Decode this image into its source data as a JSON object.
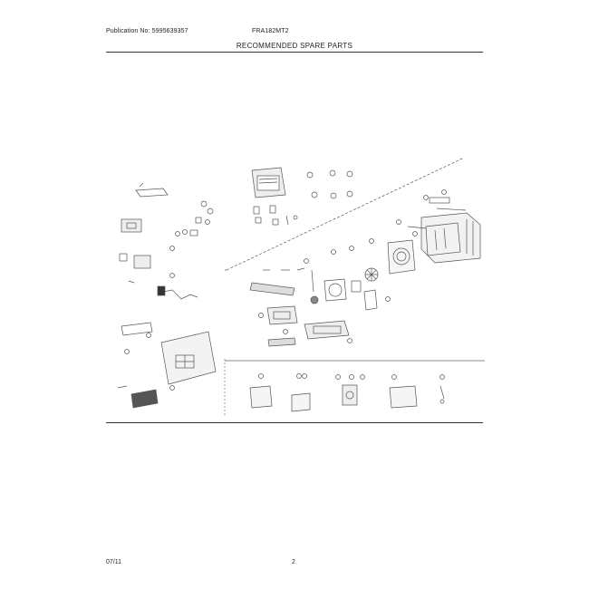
{
  "header": {
    "publication": "Publication No: 5995639357",
    "model": "FRA182MT2",
    "title": "RECOMMENDED SPARE PARTS"
  },
  "footer": {
    "date": "07/11",
    "page": "2"
  },
  "diagram": {
    "description_shown": false
  }
}
